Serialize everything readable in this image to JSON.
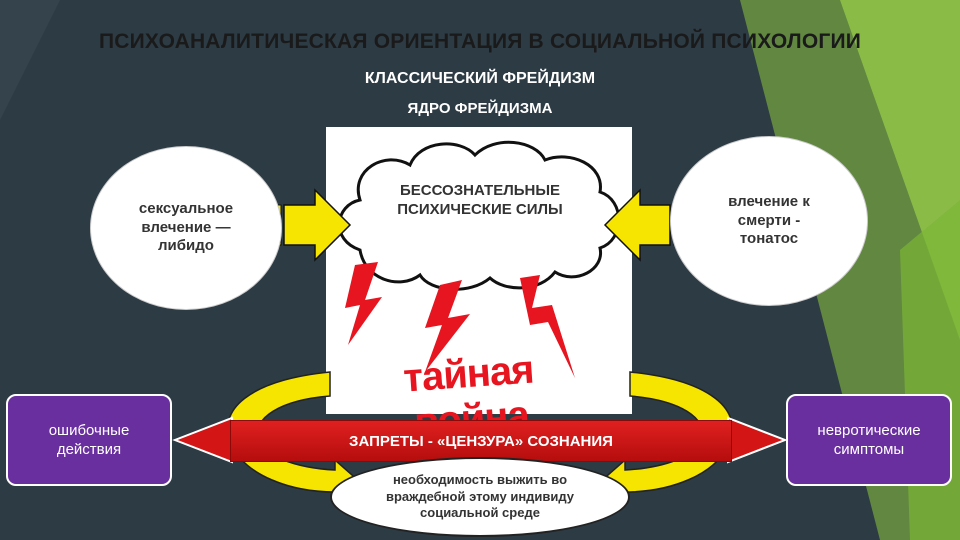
{
  "slide": {
    "title": "ПСИХОАНАЛИТИЧЕСКАЯ ОРИЕНТАЦИЯ В СОЦИАЛЬНОЙ ПСИХОЛОГИИ",
    "subtitle": "КЛАССИЧЕСКИЙ ФРЕЙДИЗМ",
    "core_label": "ЯДРО ФРЕЙДИЗМА"
  },
  "nodes": {
    "libido": "сексуальное влечение — либидо",
    "thanatos": "влечение к смерти - тонатос",
    "unconscious": "БЕССОЗНАТЕЛЬНЫЕ ПСИХИЧЕСКИЕ СИЛЫ",
    "secret_war": "тайная война",
    "censorship": "ЗАПРЕТЫ - «ЦЕНЗУРА» СОЗНАНИЯ",
    "survival": "необходимость выжить во враждебной этому индивиду социальной среде",
    "errors": "ошибочные действия",
    "neurotic": "невротические симптомы"
  },
  "colors": {
    "background": "#2d3b44",
    "green_accent": "#8cc63f",
    "arrow_yellow": "#f5e500",
    "bar_red": "#d31515",
    "box_purple": "#6a2f9e",
    "lightning_red": "#e6151f"
  }
}
